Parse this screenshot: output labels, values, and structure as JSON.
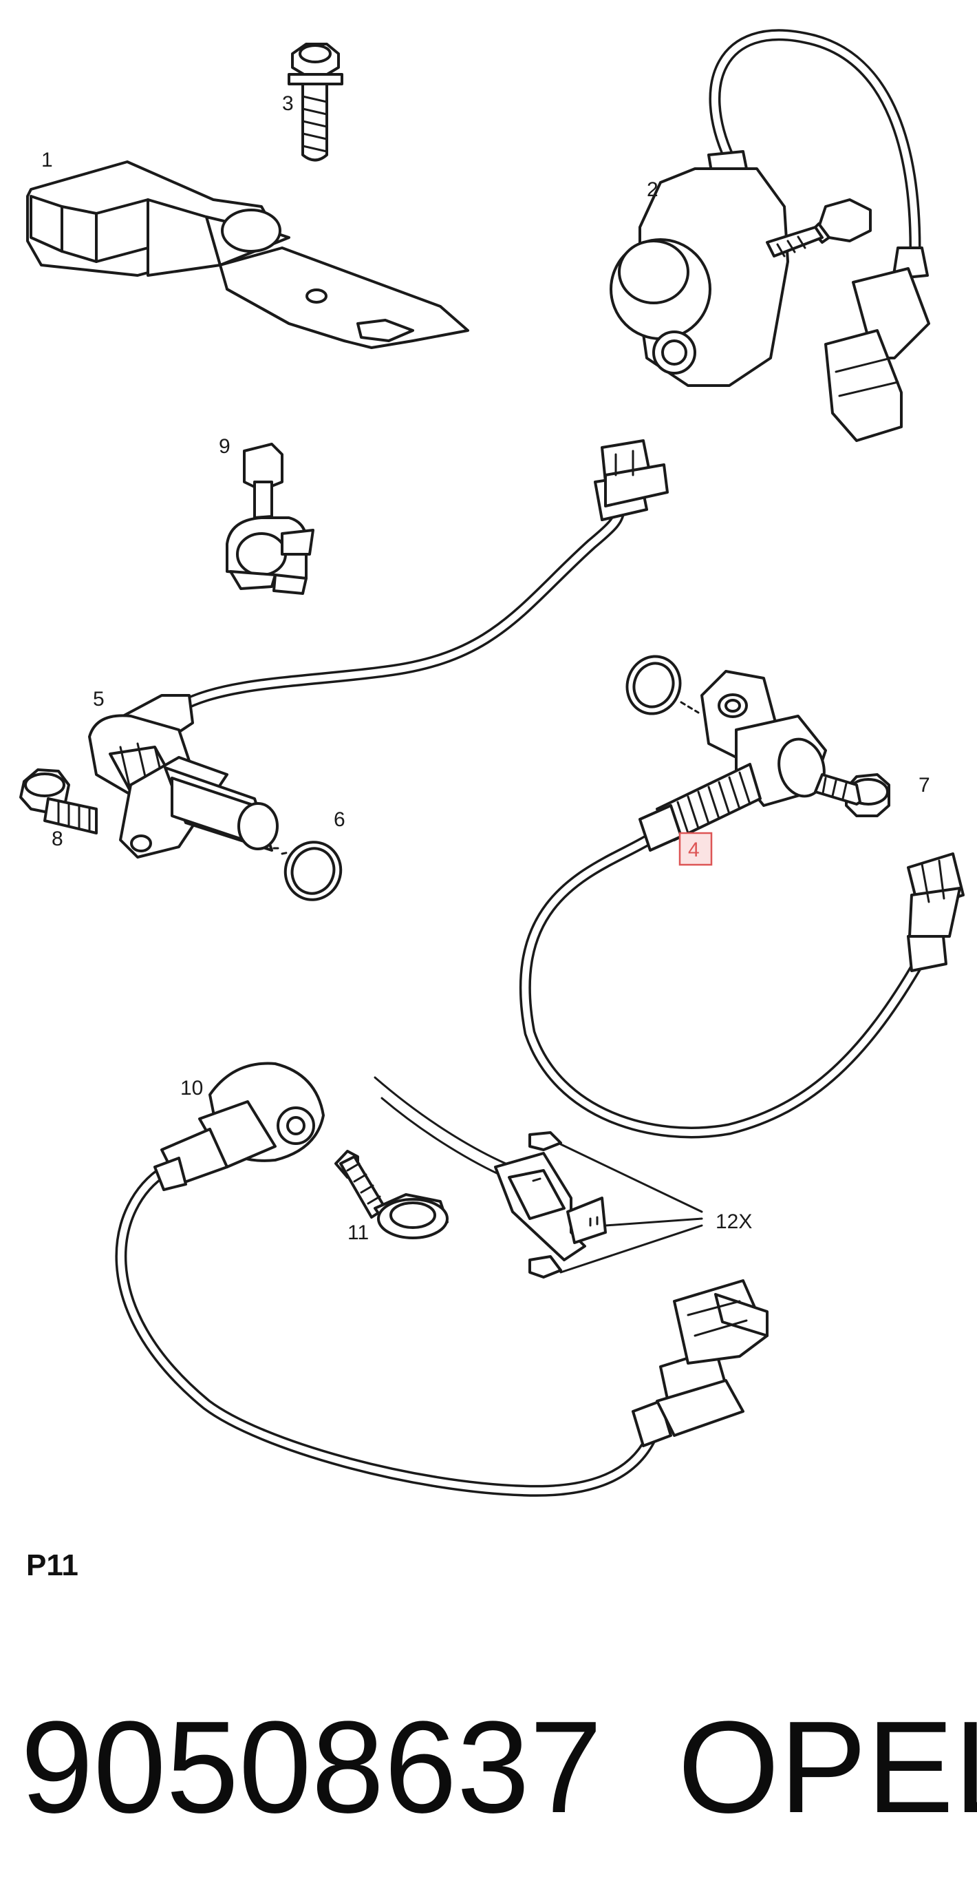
{
  "callouts": {
    "c1": "1",
    "c2": "2",
    "c3": "3",
    "c4": "4",
    "c5": "5",
    "c6": "6",
    "c7": "7",
    "c8": "8",
    "c9": "9",
    "c10": "10",
    "c11": "11",
    "c12": "12X"
  },
  "page_code": "P11",
  "part_number": "90508637",
  "brand": "OPEL",
  "highlight_color": "#dd5555"
}
